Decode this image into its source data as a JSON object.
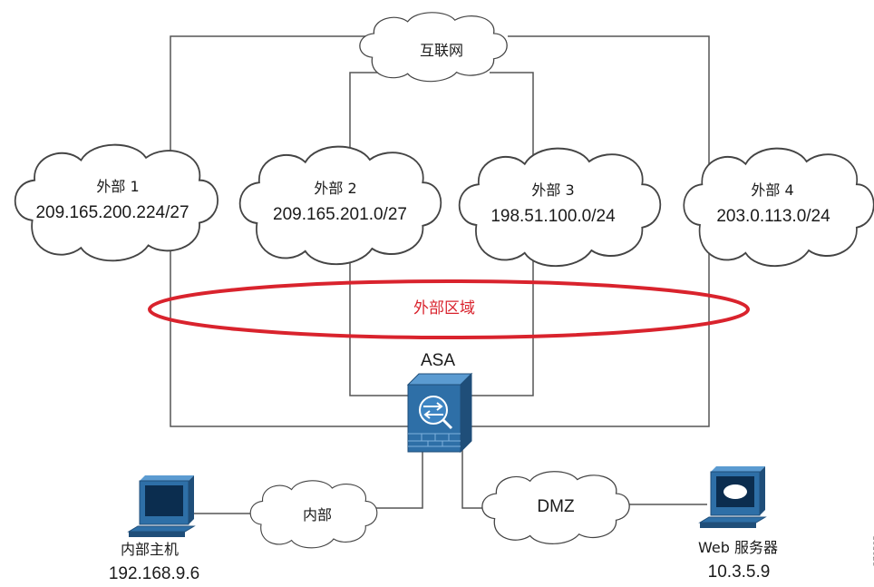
{
  "internet": {
    "label": "互联网"
  },
  "external_networks": [
    {
      "label": "外部 1",
      "subnet": "209.165.200.224/27"
    },
    {
      "label": "外部 2",
      "subnet": "209.165.201.0/27"
    },
    {
      "label": "外部 3",
      "subnet": "198.51.100.0/24"
    },
    {
      "label": "外部 4",
      "subnet": "203.0.113.0/24"
    }
  ],
  "outside_zone": {
    "label": "外部区域",
    "color": "#d9232d"
  },
  "asa": {
    "label": "ASA"
  },
  "inside": {
    "network_label": "内部",
    "host_label": "内部主机",
    "host_ip": "192.168.9.6"
  },
  "dmz": {
    "network_label": "DMZ",
    "server_label": "Web 服务器",
    "server_ip": "10.3.5.9"
  },
  "figure_id": "370505",
  "colors": {
    "device_blue": "#2e6fa7",
    "device_light": "#5b9bd1",
    "line": "#555555"
  }
}
